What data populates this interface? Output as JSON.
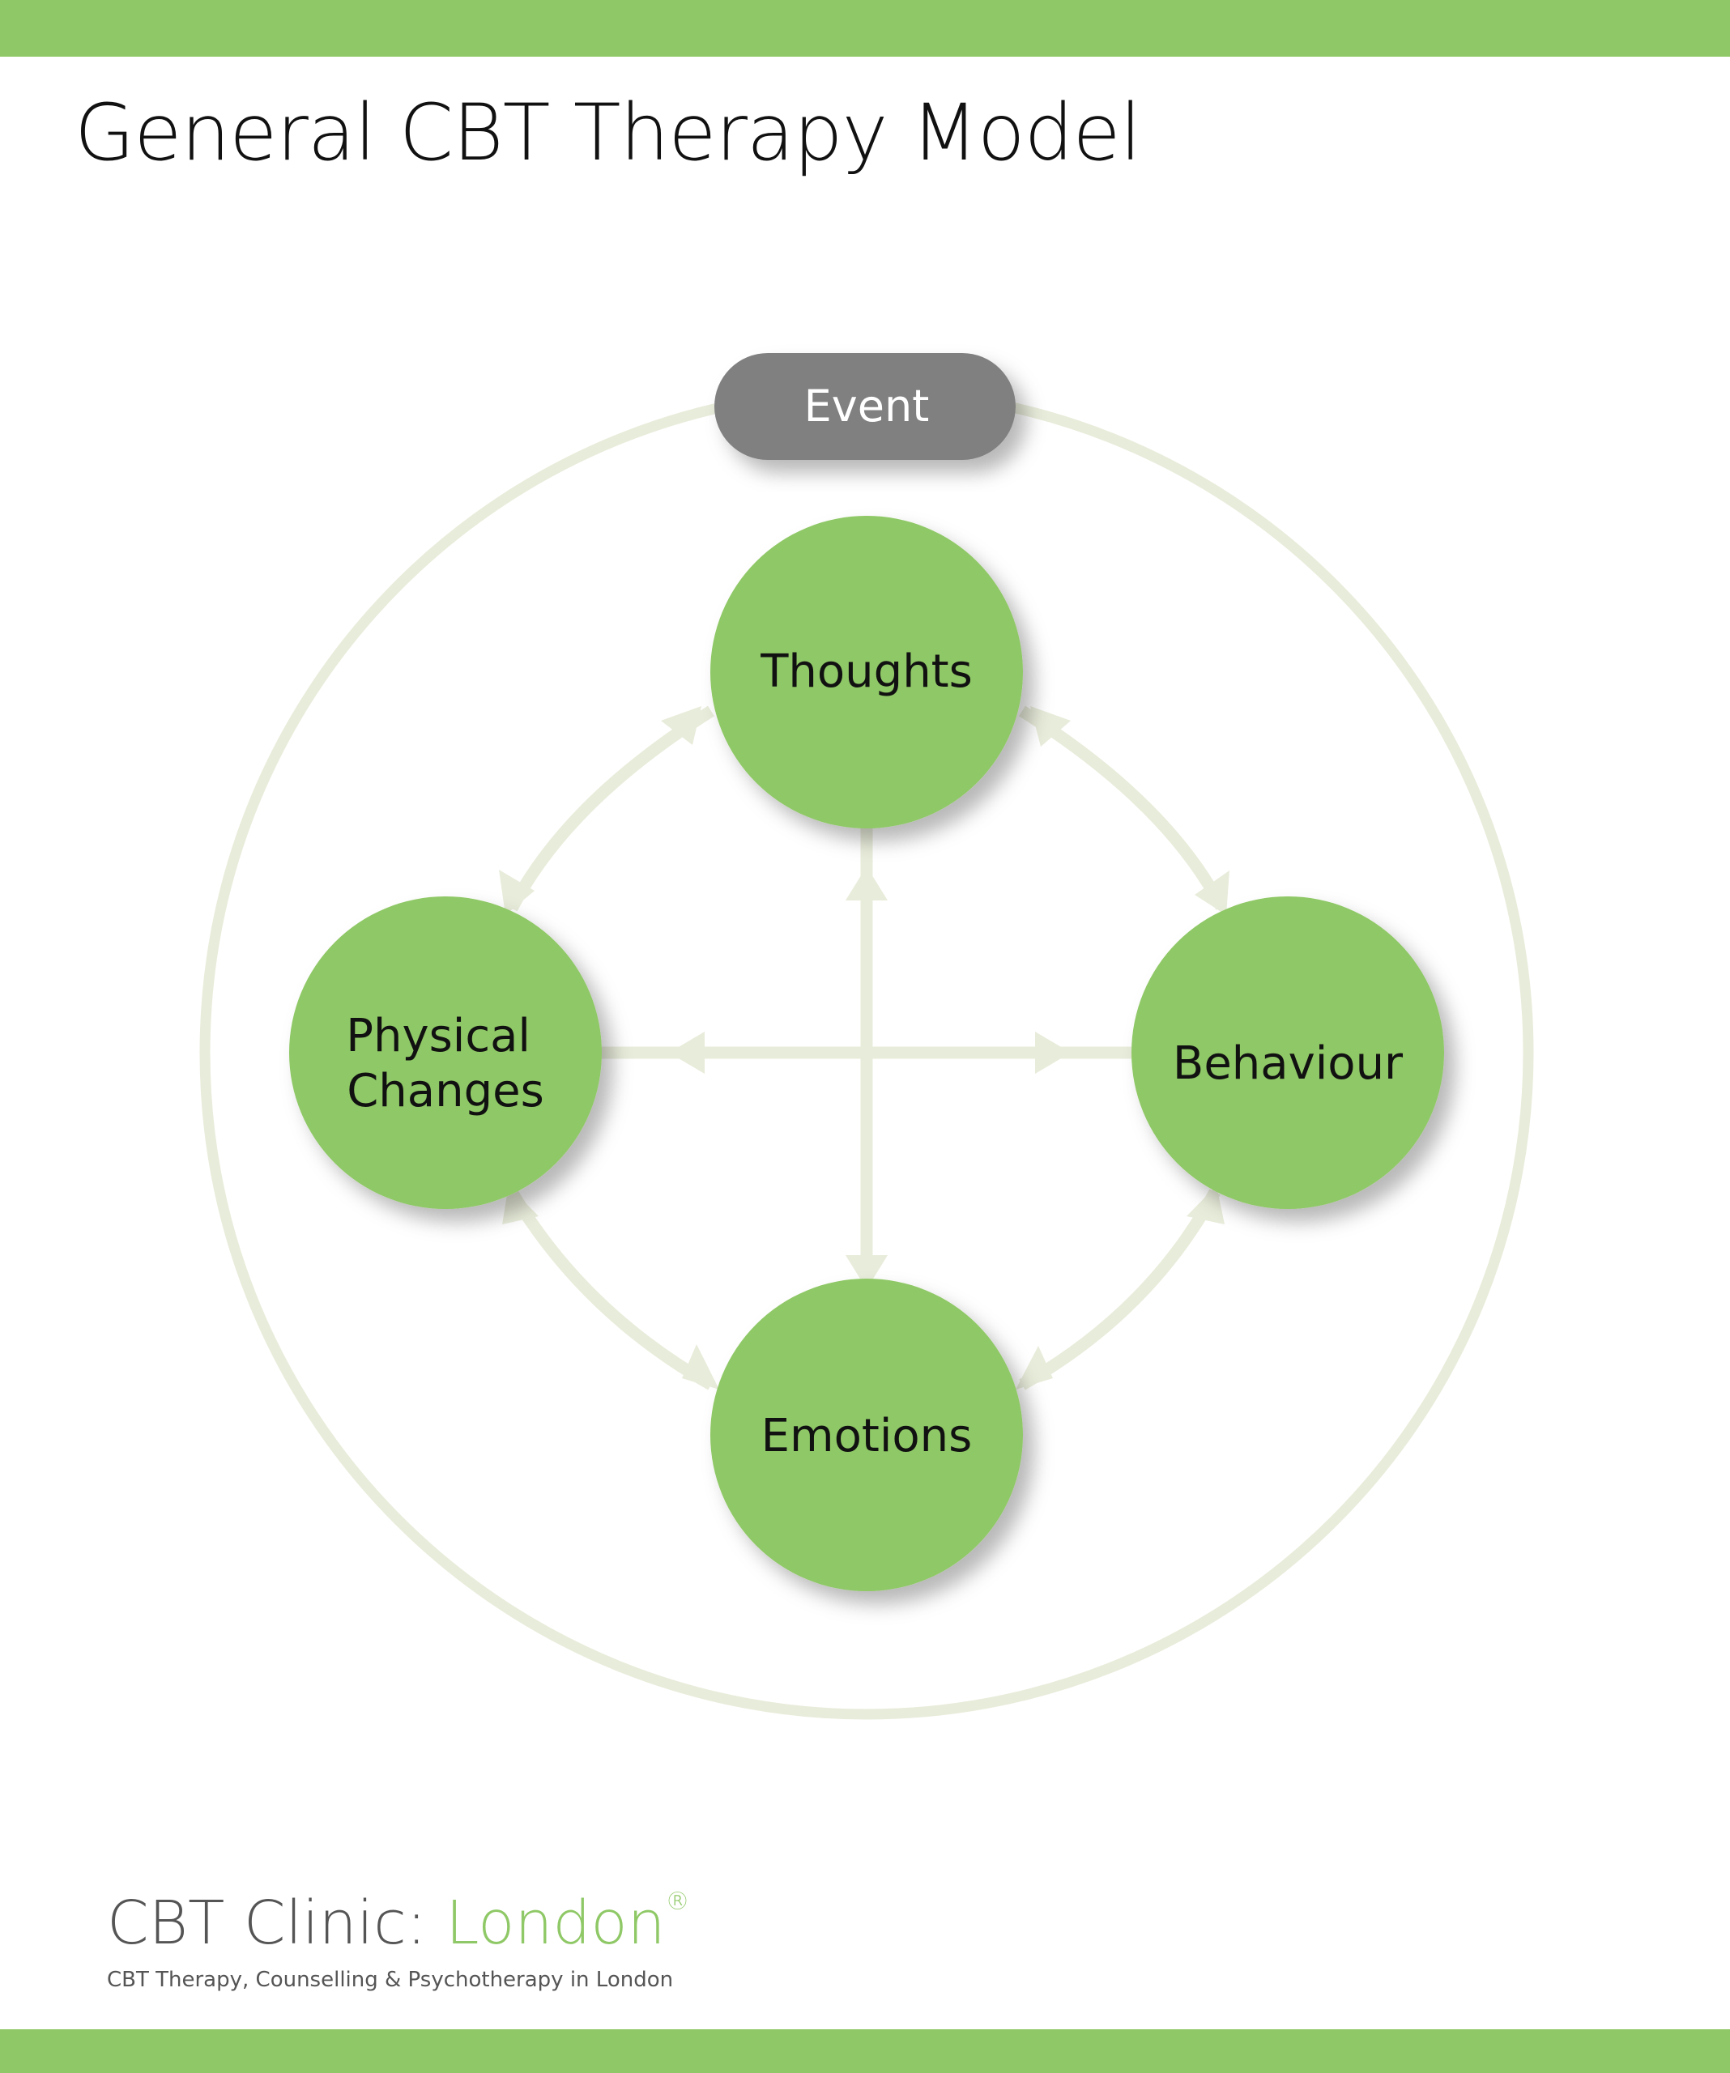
{
  "title": "General CBT Therapy Model",
  "colors": {
    "accent_green": "#8fc866",
    "connector": "#e8ecda",
    "event_fill": "#808080",
    "event_text": "#ffffff",
    "node_text": "#111111"
  },
  "diagram": {
    "event": {
      "label": "Event"
    },
    "nodes": {
      "thoughts": {
        "label": "Thoughts"
      },
      "behaviour": {
        "label": "Behaviour"
      },
      "emotions": {
        "label": "Emotions"
      },
      "physical_changes": {
        "label_line1": "Physical",
        "label_line2": "Changes"
      }
    },
    "connections": [
      {
        "from": "Thoughts",
        "to": "Behaviour",
        "direction": "bidirectional"
      },
      {
        "from": "Behaviour",
        "to": "Emotions",
        "direction": "bidirectional"
      },
      {
        "from": "Emotions",
        "to": "Physical Changes",
        "direction": "bidirectional"
      },
      {
        "from": "Physical Changes",
        "to": "Thoughts",
        "direction": "bidirectional"
      },
      {
        "from": "Thoughts",
        "to": "Emotions",
        "direction": "bidirectional"
      },
      {
        "from": "Physical Changes",
        "to": "Behaviour",
        "direction": "bidirectional"
      }
    ]
  },
  "footer": {
    "brand_main": "CBT Clinic: ",
    "brand_accent": "London",
    "registered_mark": "®",
    "tagline": "CBT Therapy, Counselling & Psychotherapy in London"
  }
}
